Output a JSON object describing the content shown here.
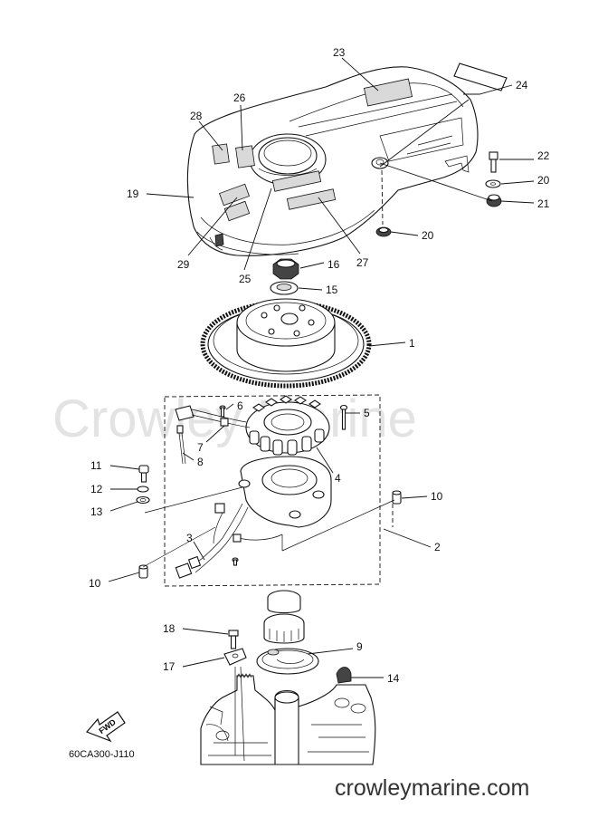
{
  "diagram": {
    "code": "60CA300-J110",
    "fwd_label": "FWD",
    "watermark": "Crowley Marine",
    "site": "crowleymarine.com"
  },
  "callouts": {
    "c23": "23",
    "c24": "24",
    "c26": "26",
    "c28": "28",
    "c22": "22",
    "c20a": "20",
    "c21": "21",
    "c19": "19",
    "c20b": "20",
    "c29": "29",
    "c25": "25",
    "c27": "27",
    "c16": "16",
    "c15": "15",
    "c1": "1",
    "c6": "6",
    "c5": "5",
    "c7": "7",
    "c8": "8",
    "c4": "4",
    "c11": "11",
    "c12": "12",
    "c13": "13",
    "c10a": "10",
    "c3": "3",
    "c2": "2",
    "c10b": "10",
    "c18": "18",
    "c9": "9",
    "c17": "17",
    "c14": "14"
  }
}
